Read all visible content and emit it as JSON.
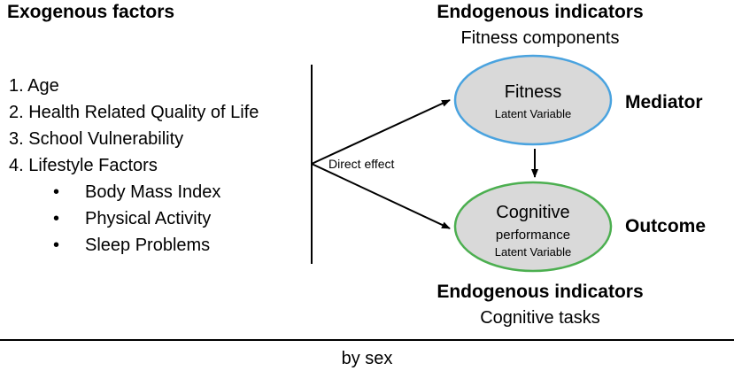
{
  "exogenous": {
    "title": "Exogenous factors",
    "items": [
      {
        "label": "1. Age"
      },
      {
        "label": "2. Health Related Quality of Life"
      },
      {
        "label": "3. School Vulnerability"
      },
      {
        "label": "4. Lifestyle Factors"
      }
    ],
    "bullet": "•",
    "subitems": [
      {
        "label": "Body Mass Index"
      },
      {
        "label": "Physical Activity"
      },
      {
        "label": "Sleep Problems"
      }
    ]
  },
  "endogenous_top": {
    "title": "Endogenous indicators",
    "subtitle": "Fitness components"
  },
  "endogenous_bottom": {
    "title": "Endogenous indicators",
    "subtitle": "Cognitive tasks"
  },
  "fitness_node": {
    "title": "Fitness",
    "subtitle": "Latent Variable",
    "border_color": "#4aa3df",
    "fill_color": "#d9d9d9"
  },
  "cognitive_node": {
    "title": "Cognitive",
    "line2": "performance",
    "subtitle": "Latent Variable",
    "border_color": "#4caf50",
    "fill_color": "#d9d9d9"
  },
  "roles": {
    "mediator": "Mediator",
    "outcome": "Outcome"
  },
  "direct_effect_label": "Direct effect",
  "footer": {
    "by_sex": "by sex"
  }
}
